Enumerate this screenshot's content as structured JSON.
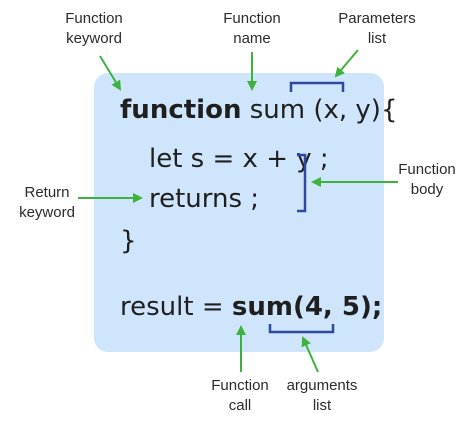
{
  "code": {
    "line1_keyword": "function",
    "line1_name": "sum",
    "line1_params": "(x, y){",
    "line2": "let s = x + y ;",
    "line3": "returns ;",
    "line4": "}",
    "call_prefix": "result = ",
    "call_expr": "sum(4, 5);"
  },
  "labels": {
    "function_keyword": [
      "Function",
      "keyword"
    ],
    "function_name": [
      "Function",
      "name"
    ],
    "parameters_list": [
      "Parameters",
      "list"
    ],
    "function_body": [
      "Function",
      "body"
    ],
    "return_keyword": [
      "Return",
      "keyword"
    ],
    "function_call": [
      "Function",
      "call"
    ],
    "arguments_list": [
      "arguments",
      "list"
    ]
  },
  "colors": {
    "panel": "#cfe5fb",
    "arrow": "#3db33d",
    "bracket": "#2e4a9e"
  }
}
